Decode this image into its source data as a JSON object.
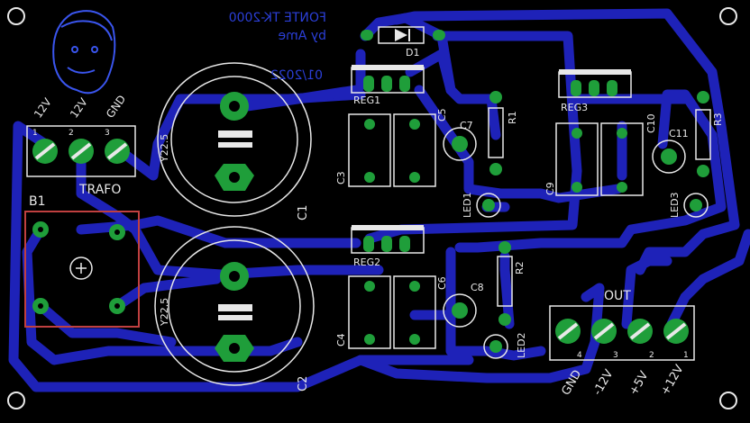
{
  "header": {
    "title": "FONTE TK-2000",
    "author": "by Ame",
    "date": "01/2022"
  },
  "connectors": {
    "trafo": {
      "label": "TRAFO",
      "pins": [
        "12V",
        "12V",
        "GND"
      ],
      "numbers": [
        "1",
        "2",
        "3"
      ]
    },
    "out": {
      "label": "OUT",
      "pins": [
        "GND",
        "-12V",
        "+5V",
        "+12V"
      ],
      "numbers": [
        "4",
        "3",
        "2",
        "1"
      ]
    }
  },
  "components": {
    "bridge": "B1",
    "caps_big": [
      "C1",
      "C2"
    ],
    "cap_big_values": [
      "Y22.5",
      "Y22.5"
    ],
    "caps_small": [
      "C3",
      "C4",
      "C5",
      "C6",
      "C7",
      "C8",
      "C9",
      "C10",
      "C11"
    ],
    "regulators": [
      "REG1",
      "REG2",
      "REG3"
    ],
    "resistors": [
      "R1",
      "R2",
      "R3"
    ],
    "leds": [
      "LED1",
      "LED2",
      "LED3"
    ],
    "diode": "D1"
  },
  "colors": {
    "background": "#000000",
    "trace": "#1e22b8",
    "pad": "#1f9e3a",
    "silkscreen": "#e8e8e8",
    "mirror_text": "#2b3fd8",
    "bridge_outline": "#c04040"
  }
}
